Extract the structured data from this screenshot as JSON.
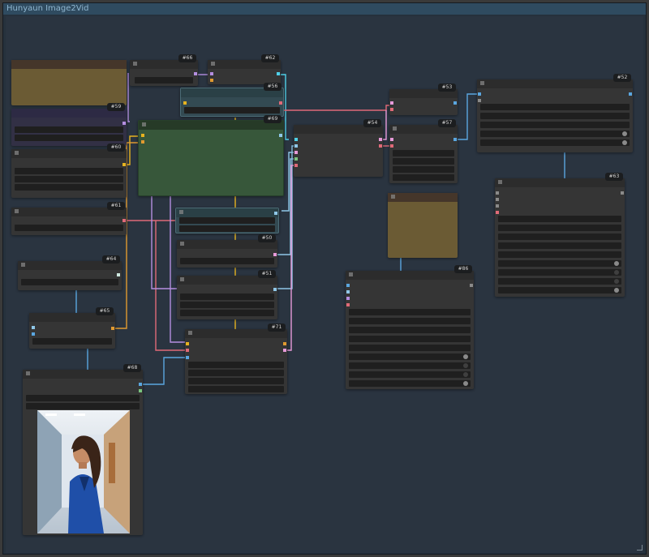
{
  "group": {
    "title": "Hunyaun Image2Vid"
  },
  "nodes": {
    "n66": {
      "id": "#66"
    },
    "n62": {
      "id": "#62"
    },
    "n56": {
      "id": "#56"
    },
    "n59": {
      "id": "#59"
    },
    "n69": {
      "id": "#69"
    },
    "n60": {
      "id": "#60"
    },
    "n61": {
      "id": "#61"
    },
    "n64": {
      "id": "#64"
    },
    "n65": {
      "id": "#65"
    },
    "n68": {
      "id": "#68"
    },
    "n50": {
      "id": "#50"
    },
    "n51": {
      "id": "#51"
    },
    "n71": {
      "id": "#71"
    },
    "n54": {
      "id": "#54"
    },
    "n53": {
      "id": "#53"
    },
    "n57": {
      "id": "#57"
    },
    "n52": {
      "id": "#52"
    },
    "n63": {
      "id": "#63"
    },
    "n86": {
      "id": "#86"
    }
  },
  "colors": {
    "wire_cyan": "#4fd0e8",
    "wire_pink": "#e06a78",
    "wire_violet": "#b48ee0",
    "wire_yellow": "#e6b320",
    "wire_orange": "#e09a30",
    "wire_blue": "#5aa6e0",
    "wire_light": "#8fc7e8"
  }
}
